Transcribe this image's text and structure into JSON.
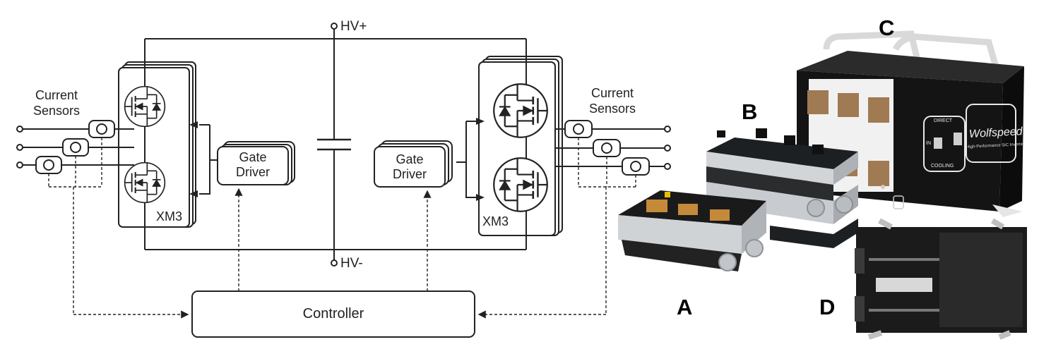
{
  "schematic": {
    "hv_plus": "HV+",
    "hv_minus": "HV-",
    "left_current_sensors": "Current\nSensors",
    "right_current_sensors": "Current\nSensors",
    "left_module": "XM3",
    "right_module": "XM3",
    "left_gate_driver": "Gate\nDriver",
    "right_gate_driver": "Gate\nDriver",
    "controller": "Controller"
  },
  "photos": {
    "A": "A",
    "B": "B",
    "C": "C",
    "D": "D",
    "brand": "Wolfspeed.",
    "brand_sub": "High-Performance SiC Inverter",
    "direct": "DIRECT",
    "cooling": "COOLING",
    "in": "IN"
  },
  "colors": {
    "line": "#222222",
    "enclosure": "#161616",
    "aluminum": "#c9ccd0",
    "pcb": "#1a1d20",
    "copper": "#a07a52"
  }
}
